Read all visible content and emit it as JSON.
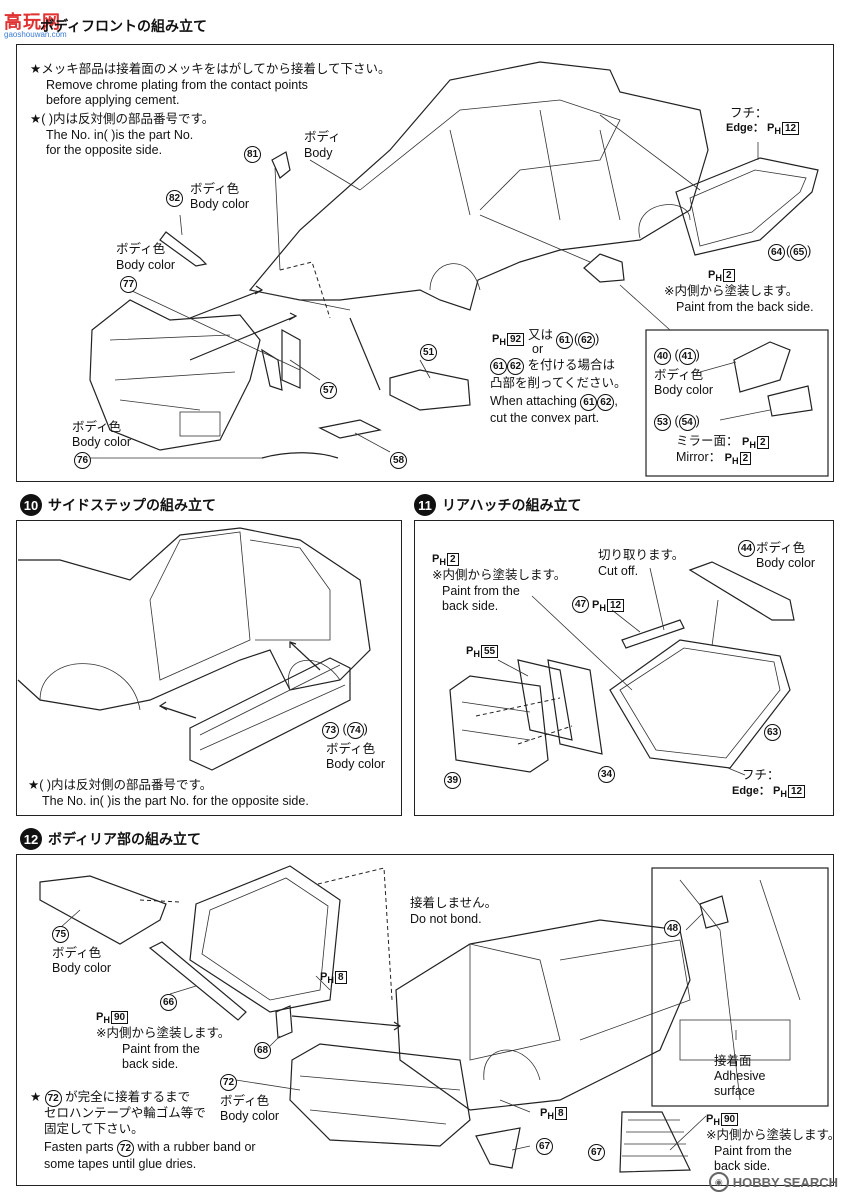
{
  "logo": {
    "text": "高玩网",
    "sub": "gaoshouwan.com"
  },
  "watermark": {
    "text": "HOBBY SEARCH"
  },
  "section9": {
    "title": "ボディフロントの組み立て",
    "note1_jp": "★メッキ部品は接着面のメッキをはがしてから接着して下さい。",
    "note1_en1": "Remove chrome plating from the contact points",
    "note1_en2": "before applying cement.",
    "note2_jp": "★(  )内は反対側の部品番号です。",
    "note2_en1": "The No. in(  )is the part No.",
    "note2_en2": "for the opposite side.",
    "body_jp": "ボディ",
    "body_en": "Body",
    "bodycolor_jp": "ボディ色",
    "bodycolor_en": "Body color",
    "edge_jp": "フチ：",
    "edge_en": "Edge：",
    "ph12": "12",
    "ph2": "2",
    "ph92": "92",
    "inner_jp": "※内側から塗装します。",
    "inner_en": "Paint from the back side.",
    "either_jp": "又は",
    "either_en": "or",
    "attach_jp1": "を付ける場合は",
    "attach_jp2": "凸部を削ってください。",
    "attach_en1": "When attaching",
    "attach_en2": "cut the convex part.",
    "mirror_jp": "ミラー面：",
    "mirror_en": "Mirror：",
    "parts": [
      "81",
      "82",
      "77",
      "57",
      "51",
      "76",
      "58",
      "64",
      "65",
      "61",
      "62",
      "40",
      "41",
      "53",
      "54"
    ]
  },
  "section10": {
    "num": "10",
    "title": "サイドステップの組み立て",
    "bodycolor_jp": "ボディ色",
    "bodycolor_en": "Body color",
    "part1": "73",
    "part2": "74",
    "note_jp": "★(  )内は反対側の部品番号です。",
    "note_en": "The No. in(  )is the part No. for the opposite side."
  },
  "section11": {
    "num": "11",
    "title": "リアハッチの組み立て",
    "ph2": "2",
    "inner_jp": "※内側から塗装します。",
    "inner_en1": "Paint from the",
    "inner_en2": "back side.",
    "cut_jp": "切り取ります。",
    "cut_en": "Cut off.",
    "bodycolor_jp": "ボディ色",
    "bodycolor_en": "Body color",
    "ph12": "12",
    "ph55": "55",
    "edge_jp": "フチ：",
    "edge_en": "Edge：",
    "parts": [
      "44",
      "47",
      "63",
      "39",
      "34"
    ]
  },
  "section12": {
    "num": "12",
    "title": "ボディリア部の組み立て",
    "bodycolor_jp": "ボディ色",
    "bodycolor_en": "Body color",
    "nobond_jp": "接着しません。",
    "nobond_en": "Do not bond.",
    "ph8": "8",
    "ph90": "90",
    "inner_jp": "※内側から塗装します。",
    "inner_en1": "Paint from the",
    "inner_en2": "back side.",
    "adhesive_jp": "接着面",
    "adhesive_en1": "Adhesive",
    "adhesive_en2": "surface",
    "fasten_jp1": "が完全に接着するまで",
    "fasten_jp2": "セロハンテープや輪ゴム等で",
    "fasten_jp3": "固定して下さい。",
    "fasten_en1": "Fasten parts",
    "fasten_en2": "with a rubber band or",
    "fasten_en3": "some tapes until glue dries.",
    "parts": [
      "75",
      "66",
      "68",
      "72",
      "67",
      "48"
    ]
  }
}
